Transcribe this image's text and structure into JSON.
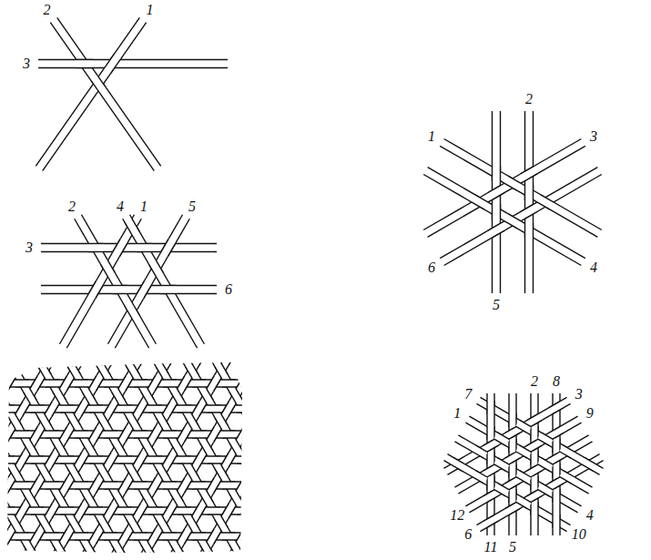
{
  "diagram": {
    "labels": [
      "2",
      "1",
      "3",
      "2",
      "4",
      "1",
      "5",
      "3",
      "6",
      "1",
      "2",
      "3",
      "6",
      "4",
      "5",
      "7",
      "1",
      "2",
      "8",
      "3",
      "9",
      "12",
      "6",
      "4",
      "10",
      "11",
      "5"
    ]
  }
}
